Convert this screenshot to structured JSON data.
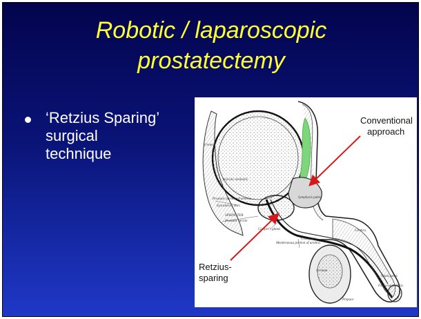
{
  "slide": {
    "title_lines": [
      "Robotic / laparoscopic",
      "prostatectemy"
    ],
    "bullet_lines": [
      "‘Retzius Sparing’",
      "surgical",
      "technique"
    ]
  },
  "figure": {
    "callouts": {
      "conventional_lines": [
        "Conventional",
        "approach"
      ],
      "retzius_lines": [
        "Retzius-",
        "sparing"
      ]
    },
    "anatomy_labels": {
      "urethra": "Urethra.",
      "scrotum": "Scrotum",
      "prepuce": "Prepuce",
      "fossa": "Fossa navicularis.",
      "prostatic_portion": "Prostatic portion of urethra.",
      "ejaculatory": "Ejaculatory duct.",
      "sphincter": "SPHINCTER",
      "prostatic_utricle": "Prostatic utricle",
      "cowpers": "Cowper's gland.",
      "membranous": "Membranous portion of urethra.",
      "crus": "Crus penis.",
      "glans": "Glans penis",
      "vesicle": "Vesicula seminalis",
      "ureter": "Ureter",
      "symphysis": "Symphysis pubis"
    },
    "colors": {
      "highlight_green": "#7ed67a",
      "arrow_red": "#d81818"
    }
  }
}
